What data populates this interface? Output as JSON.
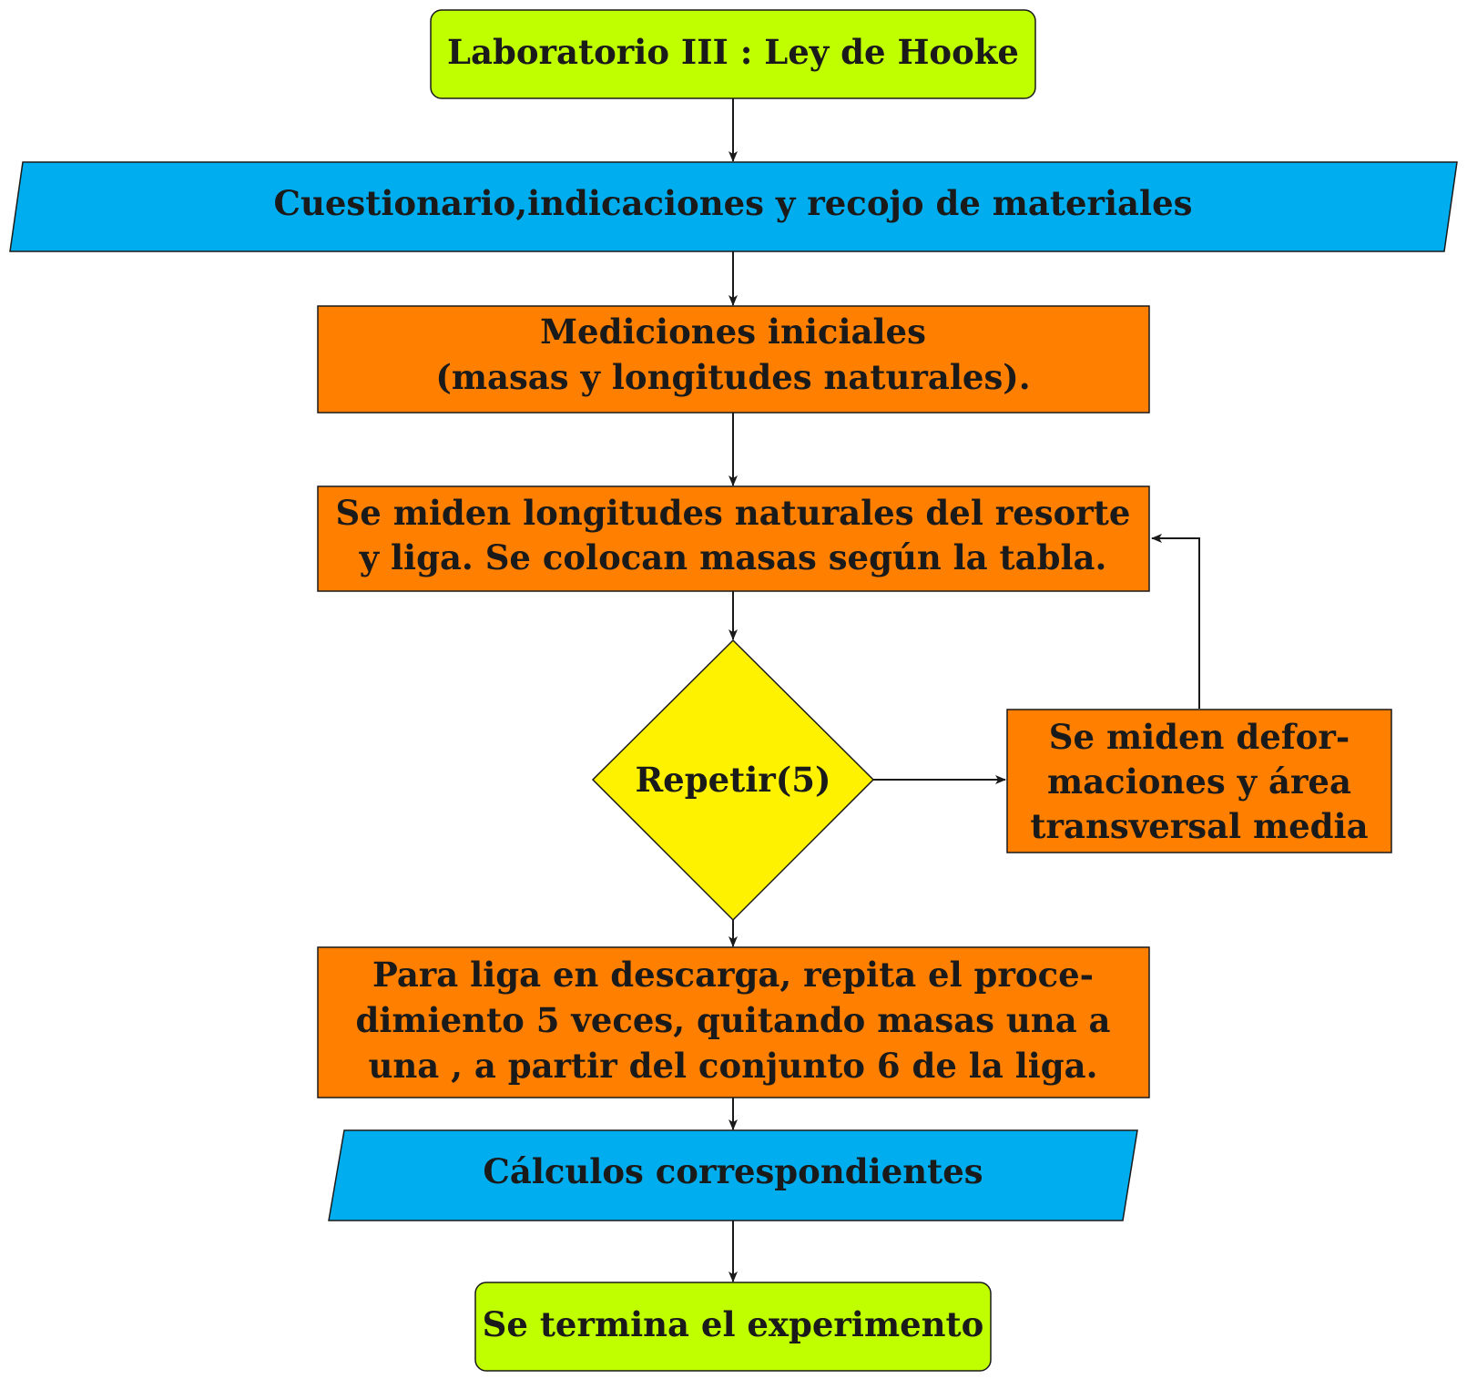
{
  "colors": {
    "terminal": "#bfff00",
    "io": "#00aeef",
    "process": "#ff7f00",
    "decision": "#fff200",
    "stroke": "#1a1a1a"
  },
  "nodes": {
    "start": {
      "label": "Laboratorio III : Ley de Hooke"
    },
    "materials": {
      "label": "Cuestionario,indicaciones y recojo de materiales"
    },
    "initial_measurements": {
      "lines": [
        "Mediciones iniciales",
        "(masas y longitudes naturales)."
      ]
    },
    "measure_lengths": {
      "lines": [
        "Se miden longitudes naturales del resorte",
        "y liga. Se colocan masas según la tabla."
      ]
    },
    "repeat_decision": {
      "label": "Repetir(5)"
    },
    "deformations": {
      "lines": [
        "Se miden defor-",
        "maciones y área",
        "transversal media"
      ]
    },
    "unloading": {
      "lines": [
        "Para liga en descarga, repita el proce-",
        "dimiento 5 veces, quitando masas una a",
        "una , a partir del conjunto 6 de la liga."
      ]
    },
    "calculations": {
      "label": "Cálculos correspondientes"
    },
    "end": {
      "label": "Se termina el experimento"
    }
  }
}
